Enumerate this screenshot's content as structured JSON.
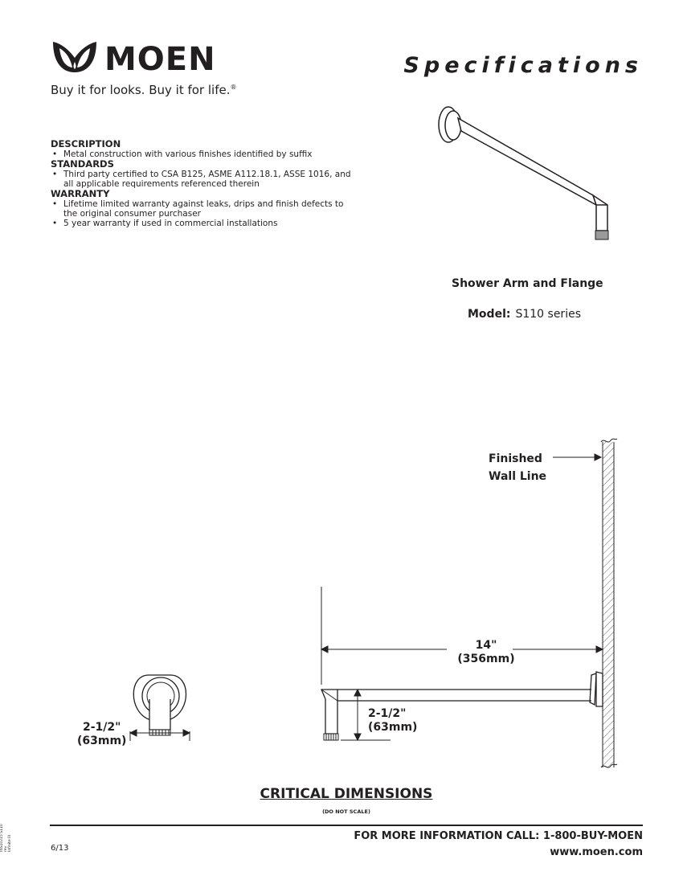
{
  "header": {
    "brand": "MOEN",
    "tagline": "Buy it for looks. Buy it for life.",
    "tagline_mark": "®",
    "title": "Specifications"
  },
  "specs": {
    "description_heading": "DESCRIPTION",
    "description_items": [
      "Metal construction with various finishes identified by suffix"
    ],
    "standards_heading": "STANDARDS",
    "standards_items": [
      "Third party certified to CSA B125, ASME A112.18.1, ASSE 1016, and all applicable requirements referenced therein"
    ],
    "warranty_heading": "WARRANTY",
    "warranty_items": [
      "Lifetime limited warranty against leaks, drips and finish defects to the original consumer purchaser",
      "5 year warranty if used in commercial installations"
    ]
  },
  "product": {
    "name": "Shower Arm and Flange",
    "model_label": "Model:",
    "model_value": "S110 series"
  },
  "drawing": {
    "wall_line_1": "Finished",
    "wall_line_2": "Wall Line",
    "length_in": "14\"",
    "length_mm": "(356mm)",
    "drop_in": "2-1/2\"",
    "drop_mm": "(63mm)",
    "side_in": "2-1/2\"",
    "side_mm": "(63mm)",
    "title": "CRITICAL DIMENSIONS",
    "note": "(DO NOT SCALE)"
  },
  "footer": {
    "call": "FOR MORE INFORMATION CALL:  1-800-BUY-MOEN",
    "web": "www.moen.com",
    "date": "6/13",
    "doc_code_1": "INS10215  S110 rev",
    "doc_code_2": "Infinite III"
  }
}
